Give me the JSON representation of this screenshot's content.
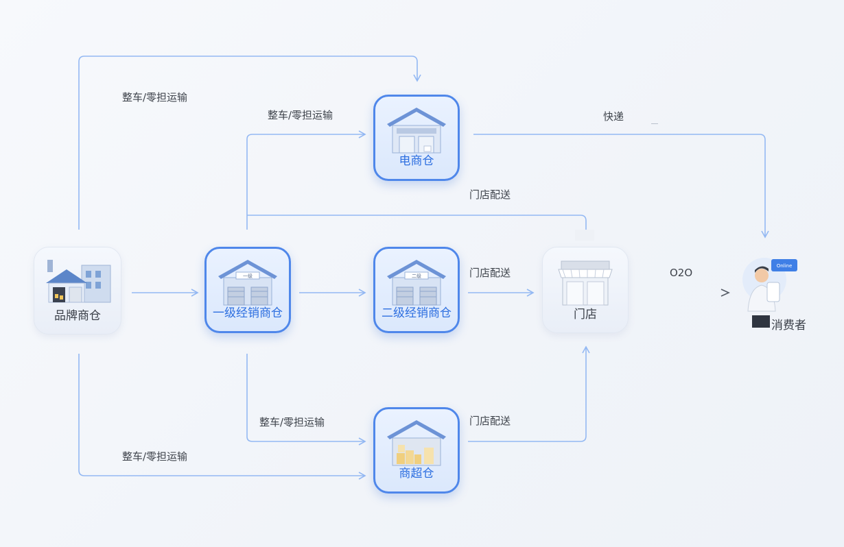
{
  "nodes": {
    "brand": "品牌商仓",
    "first_dealer": "一级经销商仓",
    "second_dealer": "二级经销商仓",
    "ecommerce": "电商仓",
    "supermarket": "商超仓",
    "store": "门店",
    "consumer": "消费者"
  },
  "edge_labels": {
    "brand_to_ecommerce": "整车/零担运输",
    "dealer_to_ecommerce": "整车/零担运输",
    "express": "快递",
    "dealer_to_store": "门店配送",
    "second_to_store": "门店配送",
    "supermarket_to_store": "门店配送",
    "o2o": "O2O",
    "dealer_to_supermarket": "整车/零担运输",
    "brand_to_supermarket": "整车/零担运输"
  },
  "icon_text": {
    "first_sign": "一级",
    "second_sign": "二级",
    "phone_badge": "Online"
  },
  "colors": {
    "accent": "#4f87ea",
    "edge": "#93b8f3",
    "edge_dark": "#555b66",
    "node_fill": "#e4eefd"
  }
}
